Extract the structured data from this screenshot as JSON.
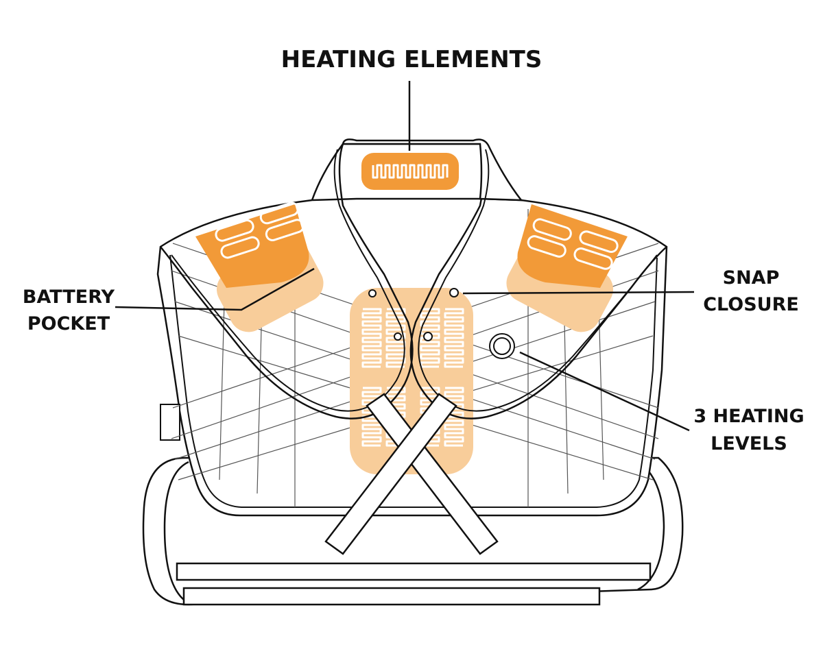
{
  "labels": {
    "heating_elements": "HEATING ELEMENTS",
    "battery_pocket_line1": "BATTERY",
    "battery_pocket_line2": "POCKET",
    "snap_closure_line1": "SNAP",
    "snap_closure_line2": "CLOSURE",
    "heating_levels_line1": "3 HEATING",
    "heating_levels_line2": "LEVELS"
  },
  "colors": {
    "heater_active": "#f29a38",
    "heater_faded": "#f8cd9a",
    "outline": "#111111",
    "quilt_line": "#555555",
    "background": "#ffffff"
  }
}
